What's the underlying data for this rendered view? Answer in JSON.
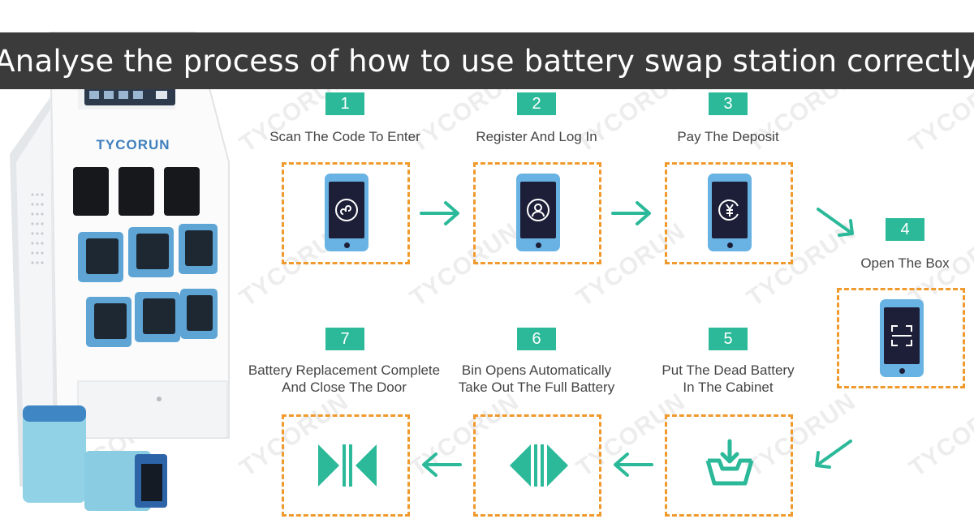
{
  "title": "Analyse the process of how to use battery swap station correctly",
  "brand": "TYCORUN",
  "watermark": "TYCORUN",
  "accent_color": "#2bb999",
  "box_color": "#f09a2e",
  "steps": [
    {
      "number": "1",
      "lines": [
        "Scan The Code To Enter"
      ],
      "icon": "scan-code-phone-icon"
    },
    {
      "number": "2",
      "lines": [
        "Register And Log In"
      ],
      "icon": "user-login-phone-icon"
    },
    {
      "number": "3",
      "lines": [
        "Pay The Deposit"
      ],
      "icon": "yuan-payment-phone-icon"
    },
    {
      "number": "4",
      "lines": [
        "Open The Box"
      ],
      "icon": "scan-frame-phone-icon"
    },
    {
      "number": "5",
      "lines": [
        "Put The Dead Battery",
        "In The Cabinet"
      ],
      "icon": "tray-download-icon"
    },
    {
      "number": "6",
      "lines": [
        "Bin Opens Automatically",
        "Take Out The Full Battery"
      ],
      "icon": "doors-open-icon"
    },
    {
      "number": "7",
      "lines": [
        "Battery Replacement Complete",
        "And Close The Door"
      ],
      "icon": "doors-close-icon"
    }
  ]
}
